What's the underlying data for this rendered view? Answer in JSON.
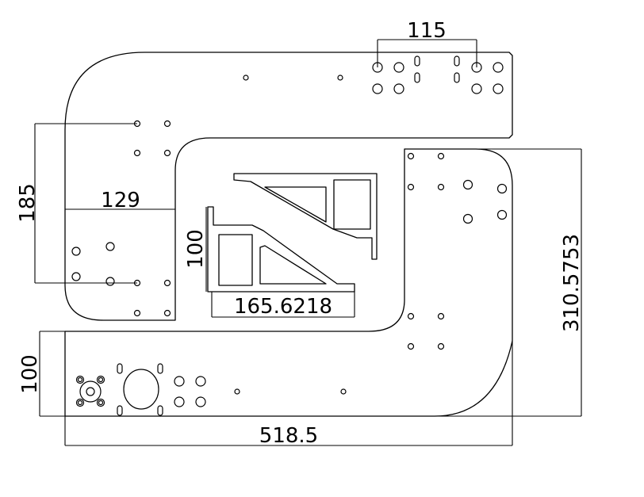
{
  "drawing": {
    "dimensions": {
      "top_spacing": "115",
      "left_height": "185",
      "left_width": "129",
      "profile_height": "100",
      "profile_width": "165.6218",
      "right_height": "310.5753",
      "bottom_height": "100",
      "overall_width": "518.5"
    }
  }
}
